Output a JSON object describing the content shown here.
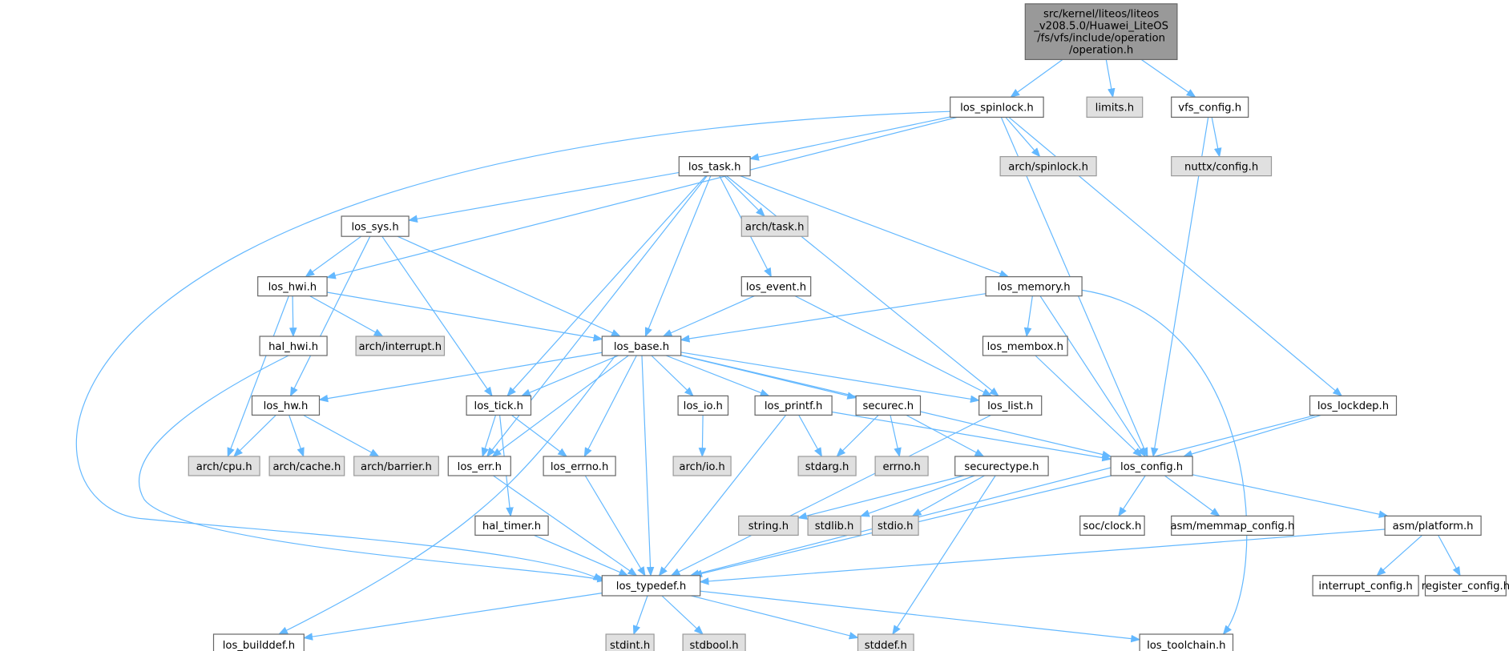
{
  "graph": {
    "title_lines": [
      "src/kernel/liteos/liteos",
      "_v208.5.0/Huawei_LiteOS",
      "/fs/vfs/include/operation",
      "/operation.h"
    ],
    "edge_color": "#63b8ff",
    "nodes": [
      {
        "id": "root",
        "label": "src/kernel/liteos/liteos_v208.5.0/Huawei_LiteOS/fs/vfs/include/operation/operation.h",
        "kind": "root"
      },
      {
        "id": "los_spinlock",
        "label": "los_spinlock.h",
        "kind": "normal"
      },
      {
        "id": "limits",
        "label": "limits.h",
        "kind": "gray"
      },
      {
        "id": "vfs_config",
        "label": "vfs_config.h",
        "kind": "normal"
      },
      {
        "id": "los_task",
        "label": "los_task.h",
        "kind": "normal"
      },
      {
        "id": "arch_spinlock",
        "label": "arch/spinlock.h",
        "kind": "gray"
      },
      {
        "id": "nuttx_config",
        "label": "nuttx/config.h",
        "kind": "gray"
      },
      {
        "id": "los_sys",
        "label": "los_sys.h",
        "kind": "normal"
      },
      {
        "id": "arch_task",
        "label": "arch/task.h",
        "kind": "gray"
      },
      {
        "id": "los_hwi",
        "label": "los_hwi.h",
        "kind": "normal"
      },
      {
        "id": "los_event",
        "label": "los_event.h",
        "kind": "normal"
      },
      {
        "id": "los_memory",
        "label": "los_memory.h",
        "kind": "normal"
      },
      {
        "id": "arch_interrupt",
        "label": "arch/interrupt.h",
        "kind": "gray"
      },
      {
        "id": "hal_hwi",
        "label": "hal_hwi.h",
        "kind": "normal"
      },
      {
        "id": "los_base",
        "label": "los_base.h",
        "kind": "normal"
      },
      {
        "id": "los_membox",
        "label": "los_membox.h",
        "kind": "normal"
      },
      {
        "id": "los_hw",
        "label": "los_hw.h",
        "kind": "normal"
      },
      {
        "id": "los_tick",
        "label": "los_tick.h",
        "kind": "normal"
      },
      {
        "id": "los_io",
        "label": "los_io.h",
        "kind": "normal"
      },
      {
        "id": "los_printf",
        "label": "los_printf.h",
        "kind": "normal"
      },
      {
        "id": "securec",
        "label": "securec.h",
        "kind": "normal"
      },
      {
        "id": "los_list",
        "label": "los_list.h",
        "kind": "normal"
      },
      {
        "id": "los_lockdep",
        "label": "los_lockdep.h",
        "kind": "normal"
      },
      {
        "id": "arch_cpu",
        "label": "arch/cpu.h",
        "kind": "gray"
      },
      {
        "id": "arch_cache",
        "label": "arch/cache.h",
        "kind": "gray"
      },
      {
        "id": "arch_barrier",
        "label": "arch/barrier.h",
        "kind": "gray"
      },
      {
        "id": "los_err",
        "label": "los_err.h",
        "kind": "normal"
      },
      {
        "id": "los_errno",
        "label": "los_errno.h",
        "kind": "normal"
      },
      {
        "id": "arch_io",
        "label": "arch/io.h",
        "kind": "gray"
      },
      {
        "id": "stdarg",
        "label": "stdarg.h",
        "kind": "gray"
      },
      {
        "id": "errno",
        "label": "errno.h",
        "kind": "gray"
      },
      {
        "id": "securectype",
        "label": "securectype.h",
        "kind": "normal"
      },
      {
        "id": "los_config",
        "label": "los_config.h",
        "kind": "normal"
      },
      {
        "id": "string",
        "label": "string.h",
        "kind": "gray"
      },
      {
        "id": "stdlib",
        "label": "stdlib.h",
        "kind": "gray"
      },
      {
        "id": "stdio",
        "label": "stdio.h",
        "kind": "gray"
      },
      {
        "id": "hal_timer",
        "label": "hal_timer.h",
        "kind": "normal"
      },
      {
        "id": "soc_clock",
        "label": "soc/clock.h",
        "kind": "normal"
      },
      {
        "id": "asm_memmap",
        "label": "asm/memmap_config.h",
        "kind": "normal"
      },
      {
        "id": "asm_platform",
        "label": "asm/platform.h",
        "kind": "normal"
      },
      {
        "id": "los_typedef",
        "label": "los_typedef.h",
        "kind": "normal"
      },
      {
        "id": "interrupt_config",
        "label": "interrupt_config.h",
        "kind": "normal"
      },
      {
        "id": "register_config",
        "label": "register_config.h",
        "kind": "normal"
      },
      {
        "id": "los_builddef",
        "label": "los_builddef.h",
        "kind": "normal"
      },
      {
        "id": "stdint",
        "label": "stdint.h",
        "kind": "gray"
      },
      {
        "id": "stdbool",
        "label": "stdbool.h",
        "kind": "gray"
      },
      {
        "id": "stddef",
        "label": "stddef.h",
        "kind": "gray"
      },
      {
        "id": "los_toolchain",
        "label": "los_toolchain.h",
        "kind": "normal"
      }
    ],
    "edges": [
      [
        "root",
        "los_spinlock"
      ],
      [
        "root",
        "limits"
      ],
      [
        "root",
        "vfs_config"
      ],
      [
        "los_spinlock",
        "los_typedef"
      ],
      [
        "los_spinlock",
        "los_hwi"
      ],
      [
        "los_spinlock",
        "los_task"
      ],
      [
        "los_spinlock",
        "arch_spinlock"
      ],
      [
        "los_spinlock",
        "los_config"
      ],
      [
        "los_spinlock",
        "los_lockdep"
      ],
      [
        "vfs_config",
        "nuttx_config"
      ],
      [
        "vfs_config",
        "los_config"
      ],
      [
        "los_task",
        "los_sys"
      ],
      [
        "los_task",
        "arch_task"
      ],
      [
        "los_task",
        "los_event"
      ],
      [
        "los_task",
        "los_memory"
      ],
      [
        "los_task",
        "los_base"
      ],
      [
        "los_task",
        "los_tick"
      ],
      [
        "los_task",
        "los_err"
      ],
      [
        "los_task",
        "los_list"
      ],
      [
        "los_sys",
        "los_hwi"
      ],
      [
        "los_sys",
        "los_hw"
      ],
      [
        "los_sys",
        "los_tick"
      ],
      [
        "los_sys",
        "los_base"
      ],
      [
        "los_hwi",
        "arch_interrupt"
      ],
      [
        "los_hwi",
        "hal_hwi"
      ],
      [
        "los_hwi",
        "arch_cpu"
      ],
      [
        "los_hwi",
        "los_base"
      ],
      [
        "hal_hwi",
        "los_typedef"
      ],
      [
        "los_event",
        "los_base"
      ],
      [
        "los_event",
        "los_list"
      ],
      [
        "los_memory",
        "los_base"
      ],
      [
        "los_memory",
        "los_membox"
      ],
      [
        "los_memory",
        "los_config"
      ],
      [
        "los_memory",
        "los_toolchain"
      ],
      [
        "los_membox",
        "los_config"
      ],
      [
        "los_base",
        "los_hw"
      ],
      [
        "los_base",
        "los_tick"
      ],
      [
        "los_base",
        "los_err"
      ],
      [
        "los_base",
        "los_builddef"
      ],
      [
        "los_base",
        "los_typedef"
      ],
      [
        "los_base",
        "los_errno"
      ],
      [
        "los_base",
        "los_io"
      ],
      [
        "los_base",
        "los_printf"
      ],
      [
        "los_base",
        "securec"
      ],
      [
        "los_base",
        "los_list"
      ],
      [
        "los_base",
        "los_config"
      ],
      [
        "los_hw",
        "arch_cpu"
      ],
      [
        "los_hw",
        "arch_cache"
      ],
      [
        "los_hw",
        "arch_barrier"
      ],
      [
        "los_tick",
        "los_err"
      ],
      [
        "los_tick",
        "los_errno"
      ],
      [
        "los_tick",
        "hal_timer"
      ],
      [
        "los_io",
        "arch_io"
      ],
      [
        "los_printf",
        "stdarg"
      ],
      [
        "los_printf",
        "los_typedef"
      ],
      [
        "los_printf",
        "los_config"
      ],
      [
        "securec",
        "stdarg"
      ],
      [
        "securec",
        "errno"
      ],
      [
        "securec",
        "securectype"
      ],
      [
        "los_list",
        "los_typedef"
      ],
      [
        "los_lockdep",
        "los_config"
      ],
      [
        "los_lockdep",
        "los_typedef"
      ],
      [
        "los_err",
        "los_typedef"
      ],
      [
        "los_errno",
        "los_typedef"
      ],
      [
        "securectype",
        "string"
      ],
      [
        "securectype",
        "stdlib"
      ],
      [
        "securectype",
        "stdio"
      ],
      [
        "securectype",
        "stddef"
      ],
      [
        "los_config",
        "los_typedef"
      ],
      [
        "los_config",
        "soc_clock"
      ],
      [
        "los_config",
        "asm_memmap"
      ],
      [
        "los_config",
        "asm_platform"
      ],
      [
        "hal_timer",
        "los_typedef"
      ],
      [
        "asm_platform",
        "los_typedef"
      ],
      [
        "asm_platform",
        "interrupt_config"
      ],
      [
        "asm_platform",
        "register_config"
      ],
      [
        "los_typedef",
        "los_builddef"
      ],
      [
        "los_typedef",
        "stdint"
      ],
      [
        "los_typedef",
        "stdbool"
      ],
      [
        "los_typedef",
        "stddef"
      ],
      [
        "los_typedef",
        "los_toolchain"
      ]
    ]
  }
}
